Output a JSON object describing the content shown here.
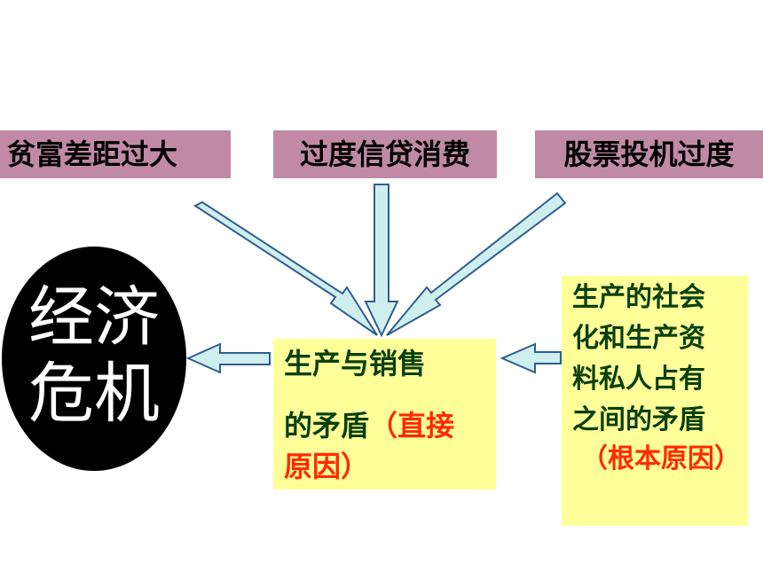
{
  "causes": {
    "left": "贫富差距过大",
    "middle": "过度信贷消费",
    "right": "股票投机过度"
  },
  "crisis": {
    "line1": "经济",
    "line2": "危机"
  },
  "direct_cause": {
    "line1": "生产与销售",
    "line2_main": "的矛盾",
    "line2_label": "（直接",
    "line3_label": "原因）"
  },
  "root_cause": {
    "line1": "生产的社会",
    "line2": "化和生产资",
    "line3": "料私人占有",
    "line4": "之间的矛盾",
    "line5": "（根本原因）"
  },
  "colors": {
    "cause_box": "#c08aa5",
    "result_box": "#ffff99",
    "arrow_fill": "#cfeeee",
    "arrow_stroke": "#2e5e8e",
    "main_text": "#0a400a",
    "label_text": "#ff2a00",
    "crisis_bg": "#000000",
    "crisis_text": "#ffffff"
  }
}
